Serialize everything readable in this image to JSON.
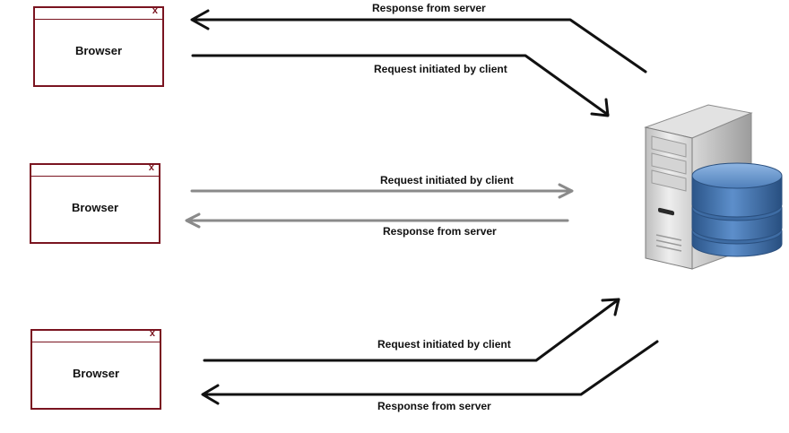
{
  "browsers": [
    {
      "label": "Browser",
      "close": "x"
    },
    {
      "label": "Browser",
      "close": "x"
    },
    {
      "label": "Browser",
      "close": "x"
    }
  ],
  "arrows": {
    "top_response": "Response from server",
    "top_request": "Request initiated by client",
    "mid_request": "Request initiated by client",
    "mid_response": "Response from server",
    "bottom_request": "Request initiated by client",
    "bottom_response": "Response from server"
  },
  "colors": {
    "browser_border": "#7a1420",
    "solid_arrow": "#111111",
    "gray_arrow": "#8a8a8a",
    "database": "#3f6fa8"
  },
  "icons": {
    "server": "server-icon",
    "database": "database-icon"
  }
}
